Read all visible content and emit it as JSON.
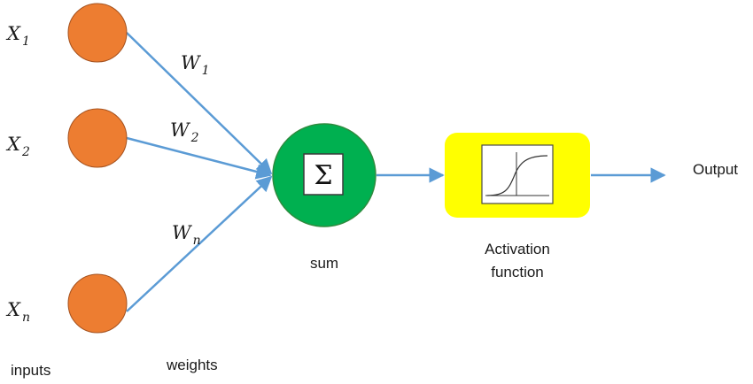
{
  "colors": {
    "input_node": "#ED7D31",
    "input_node_stroke": "#A5521F",
    "sum_node": "#00B050",
    "sum_node_stroke": "#2E8B3E",
    "activation_box": "#FFFF00",
    "connector": "#5B9BD5",
    "icon_box": "#FFFFFF"
  },
  "inputs": [
    {
      "base": "X",
      "sub": "1"
    },
    {
      "base": "X",
      "sub": "2"
    },
    {
      "base": "X",
      "sub": "n"
    }
  ],
  "weights": [
    {
      "base": "W",
      "sub": "1"
    },
    {
      "base": "W",
      "sub": "2"
    },
    {
      "base": "W",
      "sub": "n"
    }
  ],
  "sum": {
    "symbol": "Σ",
    "label": "sum"
  },
  "activation": {
    "line1": "Activation",
    "line2": "function",
    "icon": "sigmoid-curve-icon"
  },
  "output": {
    "label": "Output"
  },
  "captions": {
    "inputs": "inputs",
    "weights": "weights"
  }
}
